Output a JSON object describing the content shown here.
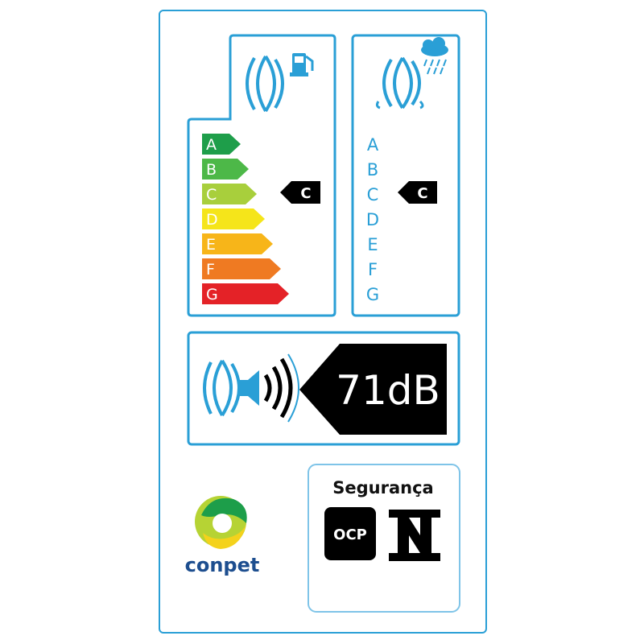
{
  "fuel_efficiency": {
    "grades": [
      {
        "letter": "A",
        "color": "#1e9e4a"
      },
      {
        "letter": "B",
        "color": "#4db848"
      },
      {
        "letter": "C",
        "color": "#a8cf3c"
      },
      {
        "letter": "D",
        "color": "#f5e51a"
      },
      {
        "letter": "E",
        "color": "#f7b519"
      },
      {
        "letter": "F",
        "color": "#ef7a22"
      },
      {
        "letter": "G",
        "color": "#e42227"
      }
    ],
    "selected_grade": "C",
    "icon": "tyre-fuel-pump-icon"
  },
  "wet_grip": {
    "grades": [
      "A",
      "B",
      "C",
      "D",
      "E",
      "F",
      "G"
    ],
    "selected_grade": "C",
    "icon": "tyre-rain-cloud-icon"
  },
  "noise": {
    "value": "71dB",
    "icon": "tyre-speaker-sound-waves-icon"
  },
  "conpet": {
    "name": "conpet"
  },
  "certification": {
    "title": "Segurança",
    "ocp_label": "OCP",
    "logo": "inmetro-logo"
  },
  "colors": {
    "frame_blue": "#2a9fd6",
    "marker_black": "#000000"
  }
}
